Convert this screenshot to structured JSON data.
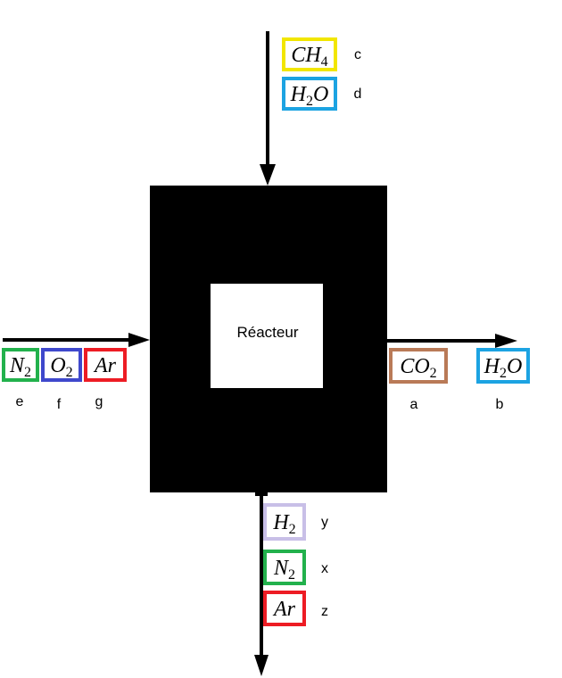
{
  "reactor": {
    "label": "Réacteur"
  },
  "streams": {
    "top_inlet": [
      {
        "id": "c",
        "formula": "CH",
        "sub": "4",
        "color": "#f2e600",
        "var": "c"
      },
      {
        "id": "d",
        "formula": "H",
        "sub": "2",
        "tail": "O",
        "color": "#1ca3e2",
        "var": "d"
      }
    ],
    "left_inlet": [
      {
        "id": "e",
        "formula": "N",
        "sub": "2",
        "color": "#22b14c",
        "var": "e"
      },
      {
        "id": "f",
        "formula": "O",
        "sub": "2",
        "color": "#3f48cc",
        "var": "f"
      },
      {
        "id": "g",
        "formula": "Ar",
        "sub": "",
        "color": "#ed1c24",
        "var": "g"
      }
    ],
    "right_outlet": [
      {
        "id": "a",
        "formula": "CO",
        "sub": "2",
        "color": "#b97a57",
        "var": "a"
      },
      {
        "id": "b",
        "formula": "H",
        "sub": "2",
        "tail": "O",
        "color": "#1ca3e2",
        "var": "b"
      }
    ],
    "bottom_outlet": [
      {
        "id": "y",
        "formula": "H",
        "sub": "2",
        "color": "#c8bfe7",
        "var": "y"
      },
      {
        "id": "x",
        "formula": "N",
        "sub": "2",
        "color": "#22b14c",
        "var": "x"
      },
      {
        "id": "z",
        "formula": "Ar",
        "sub": "",
        "color": "#ed1c24",
        "var": "z"
      }
    ]
  },
  "colors": {
    "reactor_fill": "#000000",
    "arrow": "#000000"
  }
}
